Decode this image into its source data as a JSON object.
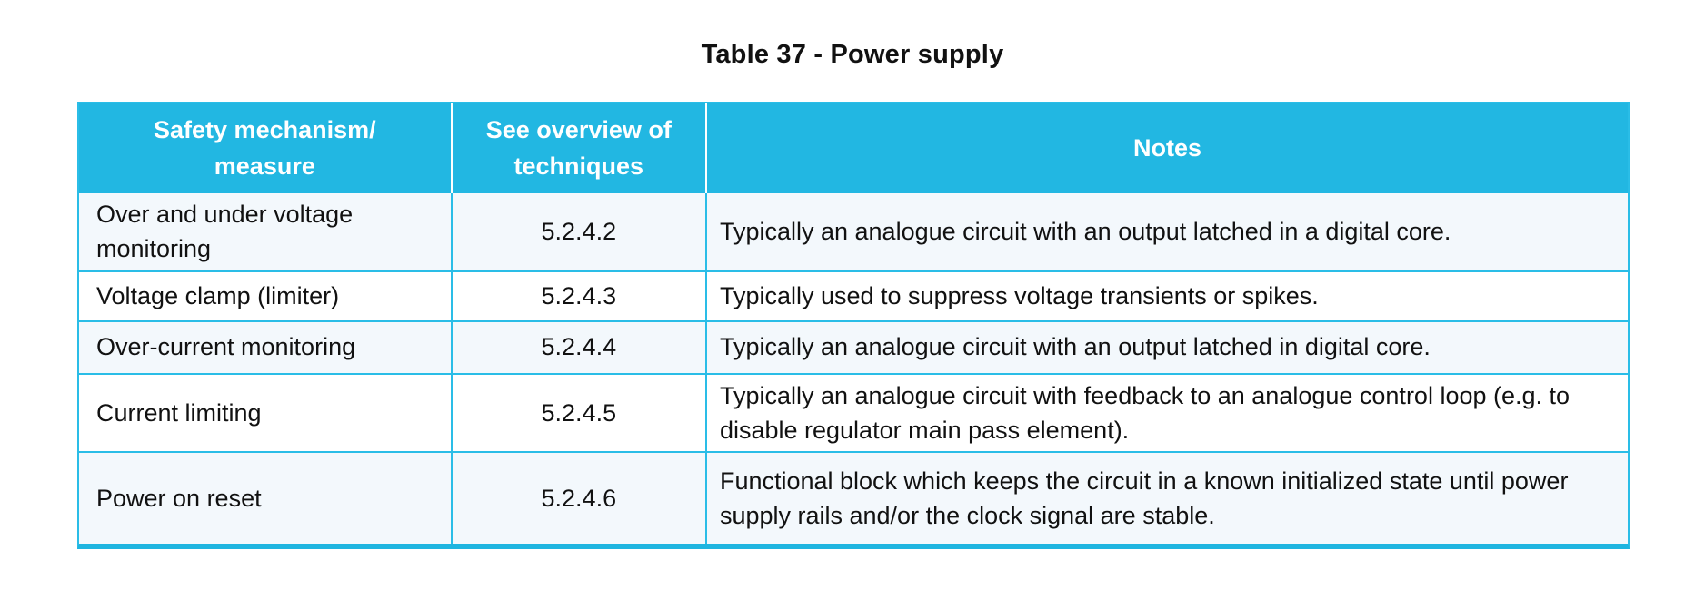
{
  "title": "Table 37 - Power supply",
  "table": {
    "headers": {
      "mechanism": "Safety mechanism/\nmeasure",
      "ref": "See overview of\ntechniques",
      "notes": "Notes"
    },
    "rows": [
      {
        "mechanism": "Over and under voltage monitoring",
        "ref": "5.2.4.2",
        "notes": "Typically an analogue circuit with an output latched in a digital core."
      },
      {
        "mechanism": "Voltage clamp (limiter)",
        "ref": "5.2.4.3",
        "notes": "Typically used to suppress voltage transients or spikes."
      },
      {
        "mechanism": "Over-current monitoring",
        "ref": "5.2.4.4",
        "notes": "Typically an analogue circuit with an output latched in digital core."
      },
      {
        "mechanism": "Current limiting",
        "ref": "5.2.4.5",
        "notes": "Typically an analogue circuit with feedback to an analogue control loop (e.g. to disable regulator main pass element)."
      },
      {
        "mechanism": "Power on reset",
        "ref": "5.2.4.6",
        "notes": "Functional block which keeps the circuit in a known initialized state until power supply rails and/or the clock signal are stable."
      }
    ]
  },
  "colors": {
    "header_bg": "#22b7e2",
    "stripe_bg": "#f3f8fc",
    "plain_bg": "#ffffff",
    "border": "#2abde7",
    "bottom_bar": "#1fb5e0",
    "header_text": "#ffffff",
    "body_text": "#111111"
  }
}
